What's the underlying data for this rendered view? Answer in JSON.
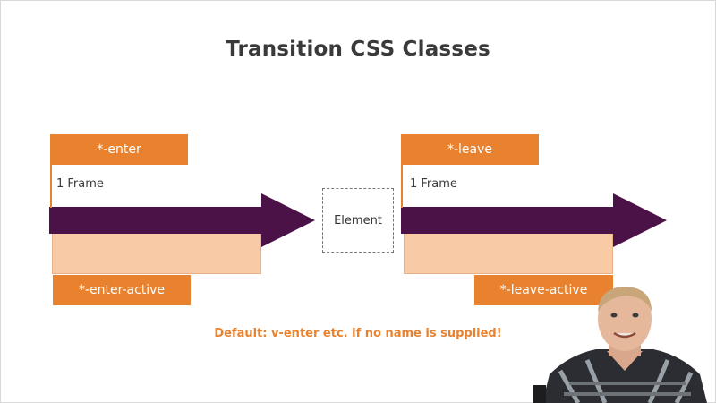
{
  "title": "Transition CSS Classes",
  "enter": {
    "class_label": "*-enter",
    "frame_label": "1 Frame",
    "active_label": "*-enter-active"
  },
  "leave": {
    "class_label": "*-leave",
    "frame_label": "1 Frame",
    "active_label": "*-leave-active"
  },
  "element_label": "Element",
  "note": "Default: v-enter etc. if no name is supplied!",
  "colors": {
    "orange": "#e9822f",
    "peach": "#f8cba6",
    "arrow_purple": "#4b1248",
    "title_text": "#3a3a3a"
  }
}
